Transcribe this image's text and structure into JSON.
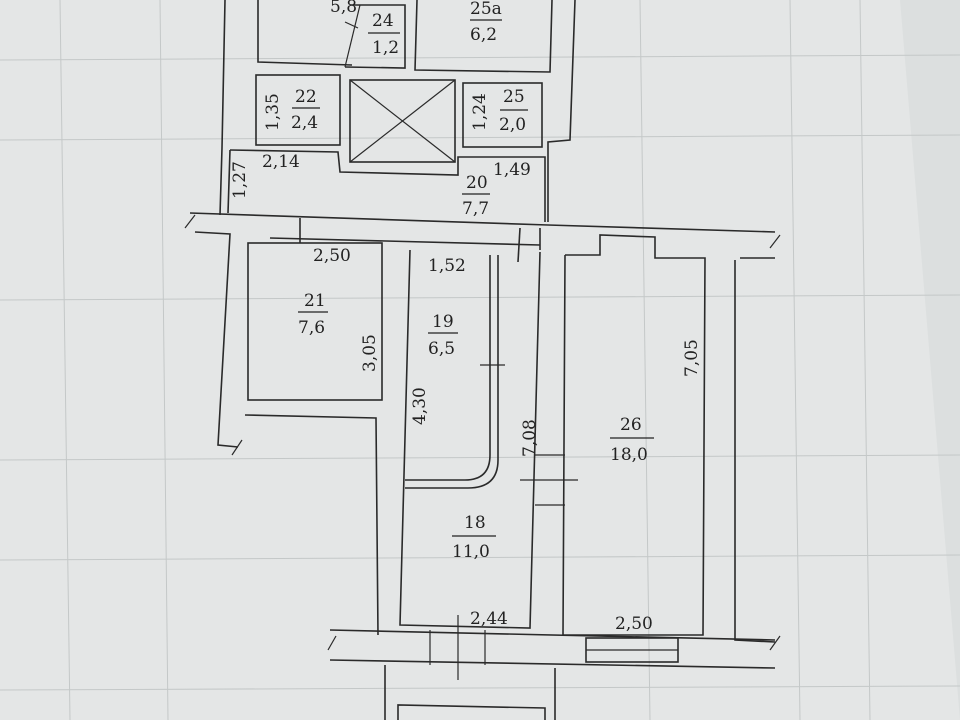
{
  "rooms": [
    {
      "id": "room-partial",
      "number": "",
      "area": "5,8"
    },
    {
      "id": "room-24",
      "number": "24",
      "area": "1,2"
    },
    {
      "id": "room-25a",
      "number": "25а",
      "area": "6,2"
    },
    {
      "id": "room-22",
      "number": "22",
      "area": "2,4"
    },
    {
      "id": "room-25",
      "number": "25",
      "area": "2,0"
    },
    {
      "id": "room-20",
      "number": "20",
      "area": "7,7"
    },
    {
      "id": "room-21",
      "number": "21",
      "area": "7,6"
    },
    {
      "id": "room-19",
      "number": "19",
      "area": "6,5"
    },
    {
      "id": "room-18",
      "number": "18",
      "area": "11,0"
    },
    {
      "id": "room-26",
      "number": "26",
      "area": "18,0"
    }
  ],
  "dimensions": {
    "d135": "1,35",
    "d124": "1,24",
    "d214": "2,14",
    "d149": "1,49",
    "d127": "1,27",
    "d250a": "2,50",
    "d152": "1,52",
    "d305": "3,05",
    "d430": "4,30",
    "d708": "7,08",
    "d705": "7,05",
    "d244": "2,44",
    "d250b": "2,50"
  }
}
